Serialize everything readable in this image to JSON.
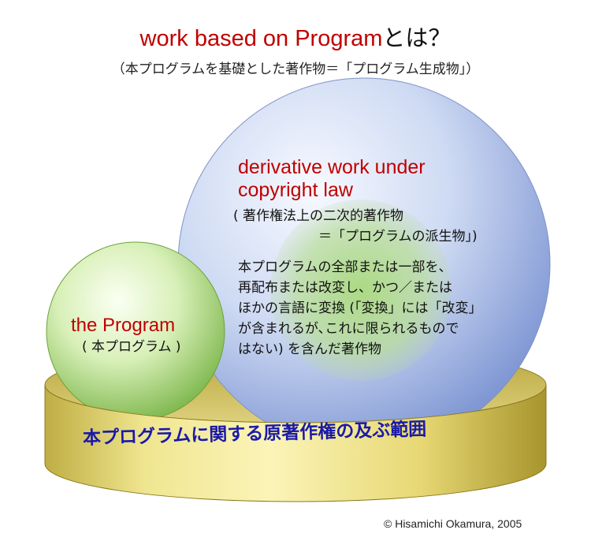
{
  "title": {
    "en": "work based on Program",
    "jp": "とは？"
  },
  "subtitle": "（本プログラムを基礎とした著作物＝「プログラム生成物」）",
  "derivative": {
    "heading_line1": "derivative work under",
    "heading_line2": "copyright law",
    "jp_line1": "( 著作権法上の二次的著作物",
    "jp_line2": "＝「プログラムの派生物」)",
    "desc_lines": [
      "本プログラムの全部または一部を、",
      "再配布または改変し、かつ／または",
      "ほかの言語に変換 (「変換」には「改変」",
      "が含まれるが､これに限られるもので",
      "はない) を含んだ著作物"
    ]
  },
  "program": {
    "heading": "the Program",
    "jp": "( 本プログラム )"
  },
  "band_text": "本プログラムに関する原著作権の及ぶ範囲",
  "copyright": "© Hisamichi Okamura, 2005"
}
